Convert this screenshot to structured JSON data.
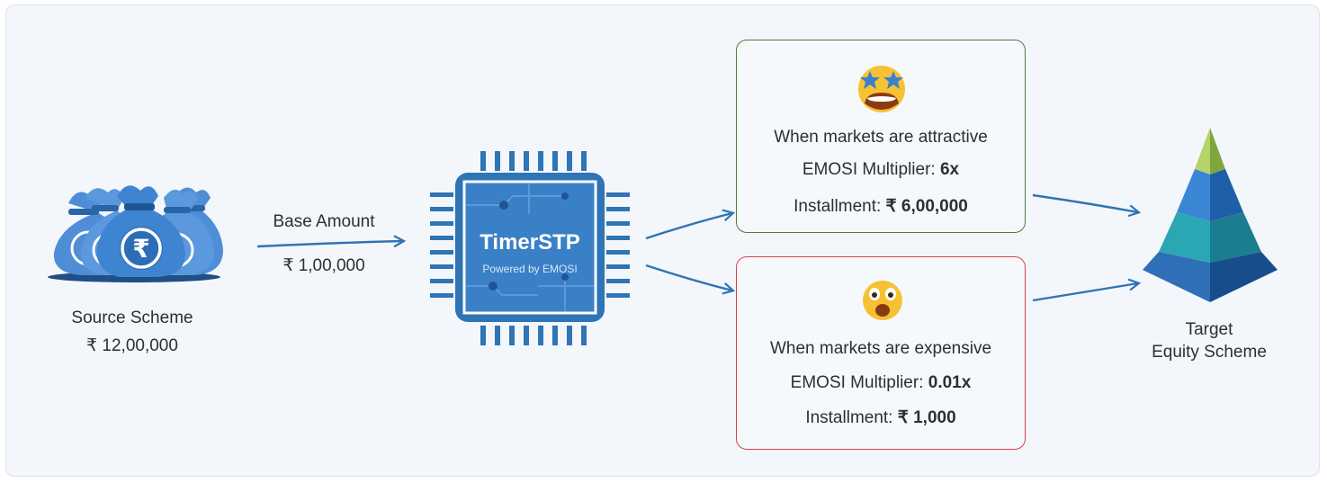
{
  "source": {
    "label": "Source Scheme",
    "amount": "₹ 12,00,000",
    "icon": "money-bags-icon"
  },
  "flow": {
    "label": "Base Amount",
    "amount": "₹ 1,00,000"
  },
  "chip": {
    "title": "TimerSTP",
    "subtitle": "Powered by EMOSI",
    "icon": "processor-chip-icon"
  },
  "attractive": {
    "emoji": "star-struck-emoji-icon",
    "condition": "When markets are attractive",
    "multiplier_label": "EMOSI Multiplier: ",
    "multiplier_value": "6x",
    "installment_label": "Installment: ",
    "installment_value": "₹ 6,00,000",
    "border_color": "#4d7a45"
  },
  "expensive": {
    "emoji": "astonished-emoji-icon",
    "condition": "When markets are expensive",
    "multiplier_label": "EMOSI Multiplier: ",
    "multiplier_value": "0.01x",
    "installment_label": "Installment: ",
    "installment_value": "₹ 1,000",
    "border_color": "#d9404a"
  },
  "target": {
    "line1": "Target",
    "line2": "Equity Scheme",
    "icon": "pyramid-icon"
  },
  "colors": {
    "accent_blue": "#2f74b5",
    "chip_blue": "#3a7fc4",
    "background": "#f3f6fa"
  }
}
